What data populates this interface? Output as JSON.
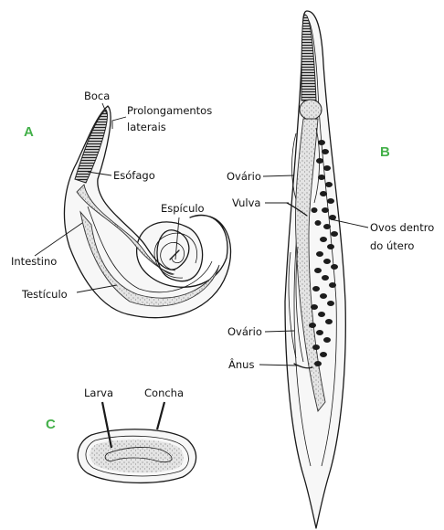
{
  "panels": {
    "a": "A",
    "b": "B",
    "c": "C"
  },
  "colors": {
    "panel_letter": "#43b049",
    "ink": "#1a1a1a",
    "background": "#ffffff"
  },
  "labels_a": {
    "boca": "Boca",
    "prolongamentos_1": "Prolongamentos",
    "prolongamentos_2": "laterais",
    "esofago": "Esófago",
    "espiculo": "Espículo",
    "intestino": "Intestino",
    "testiculo": "Testículo"
  },
  "labels_b": {
    "ovario_top": "Ovário",
    "vulva": "Vulva",
    "ovos_1": "Ovos dentro",
    "ovos_2": "do útero",
    "ovario_bottom": "Ovário",
    "anus": "Ânus"
  },
  "labels_c": {
    "larva": "Larva",
    "concha": "Concha"
  }
}
